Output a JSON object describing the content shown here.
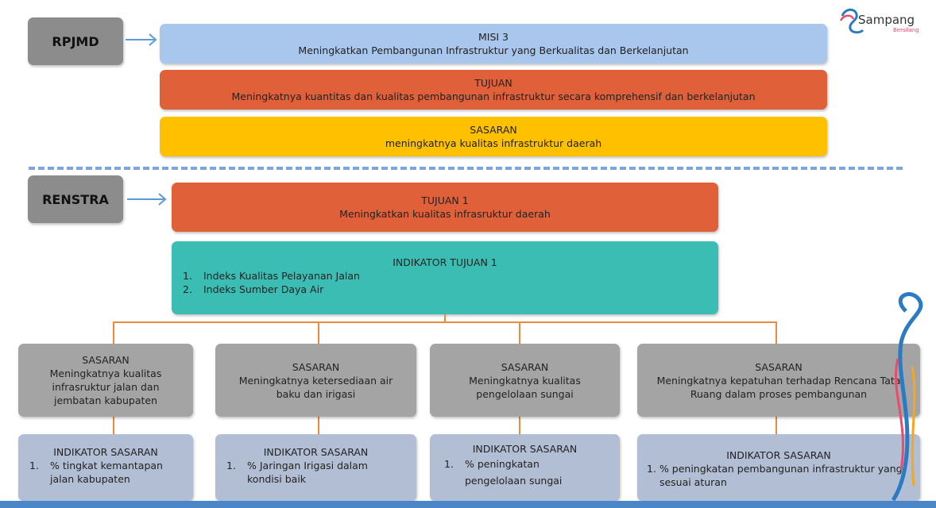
{
  "logo": {
    "name": "Sampang",
    "tagline": "Bersilang"
  },
  "rpjmd": {
    "label": "RPJMD",
    "misi": {
      "title": "MISI 3",
      "text": "Meningkatkan Pembangunan Infrastruktur yang Berkualitas dan Berkelanjutan"
    },
    "tujuan": {
      "title": "TUJUAN",
      "text": "Meningkatnya kuantitas dan kualitas pembangunan infrastruktur secara komprehensif dan berkelanjutan"
    },
    "sasaran": {
      "title": "SASARAN",
      "text": "meningkatnya kualitas infrastruktur daerah"
    }
  },
  "renstra": {
    "label": "RENSTRA",
    "tujuan": {
      "title": "TUJUAN 1",
      "text": "Meningkatkan kualitas infrasruktur daerah"
    },
    "indikator": {
      "title": "INDIKATOR TUJUAN 1",
      "items": [
        {
          "num": "1.",
          "text": "Indeks Kualitas Pelayanan Jalan"
        },
        {
          "num": "2.",
          "text": "Indeks Sumber Daya Air"
        }
      ]
    },
    "sasaran": [
      {
        "title": "SASARAN",
        "text": "Meningkatnya kualitas infrasruktur jalan dan jembatan kabupaten",
        "indikator_title": "INDIKATOR SASARAN",
        "indikator_num": "1.",
        "indikator_text": "% tingkat kemantapan jalan kabupaten"
      },
      {
        "title": "SASARAN",
        "text": "Meningkatnya ketersediaan air baku dan irigasi",
        "indikator_title": "INDIKATOR SASARAN",
        "indikator_num": "1.",
        "indikator_text": "% Jaringan Irigasi dalam kondisi baik"
      },
      {
        "title": "SASARAN",
        "text": "Meningkatnya kualitas pengelolaan sungai",
        "indikator_title": "INDIKATOR SASARAN",
        "indikator_num": "1.",
        "indikator_text": "% peningkatan pengelolaan sungai"
      },
      {
        "title": "SASARAN",
        "text": "Meningkatnya kepatuhan terhadap Rencana Tata Ruang dalam proses pembangunan",
        "indikator_title": "INDIKATOR SASARAN",
        "indikator_num": "1.",
        "indikator_text": "% peningkatan pembangunan infrastruktur yang sesuai aturan"
      }
    ]
  },
  "colors": {
    "blue": "#a9c6ec",
    "red": "#e0603a",
    "yellow": "#ffc000",
    "teal": "#3cbdb4",
    "grey": "#a4a4a4",
    "steel": "#b2bed4",
    "connector": "#ee8a3c",
    "arrow": "#5b9bd5"
  }
}
